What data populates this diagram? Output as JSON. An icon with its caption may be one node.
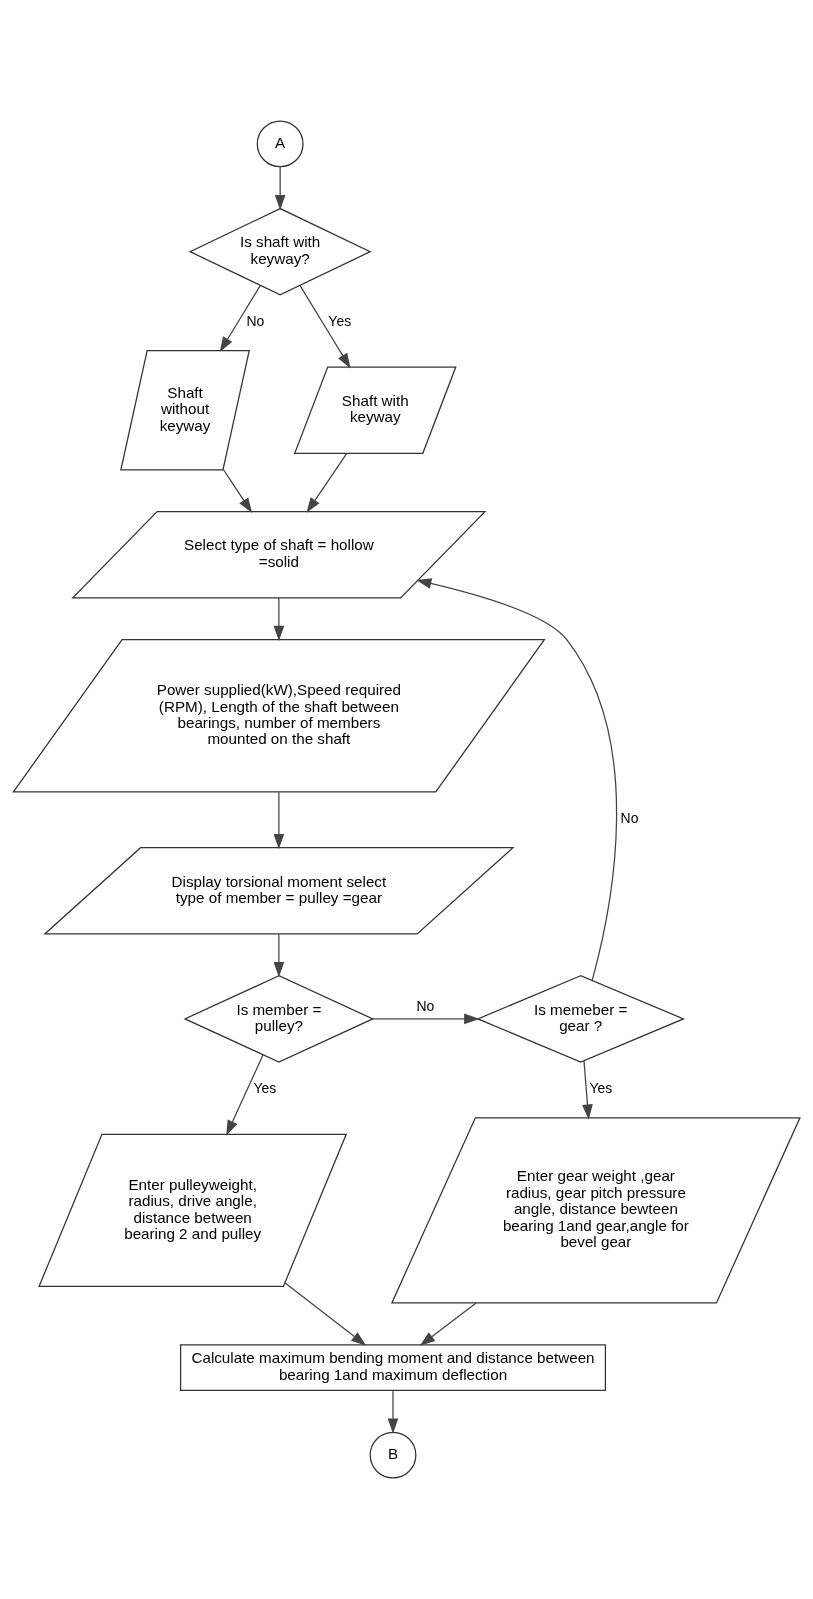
{
  "diagram": {
    "nodes": [
      {
        "text": [
          "A"
        ]
      },
      {
        "text": [
          "Is shaft with keyway?"
        ]
      },
      {
        "text": [
          "Shaft without keyway"
        ]
      },
      {
        "text": [
          "Shaft with keyway"
        ]
      },
      {
        "text": [
          "Select type of shaft = hollow =solid"
        ]
      },
      {
        "text": [
          "Power supplied(kW),Speed required (RPM), Length of the shaft between bearings, number of members mounted on the shaft"
        ]
      },
      {
        "text": [
          "Display torsional moment select type of member = pulley =gear"
        ]
      },
      {
        "text": [
          "Is member = pulley?"
        ]
      },
      {
        "text": [
          "Is memeber = gear ?"
        ]
      },
      {
        "text": [
          "Enter pulleyweight, radius, drive angle, distance between bearing 2 and pulley"
        ]
      },
      {
        "text": [
          "Enter gear weight ,gear radius, gear pitch pressure angle, distance bewteen bearing 1and gear,angle for bevel gear"
        ]
      },
      {
        "text": [
          "Calculate maximum bending moment and distance between bearing 1and maximum deflection"
        ]
      },
      {
        "text": [
          "B"
        ]
      }
    ],
    "edges": [
      {
        "from": 0,
        "to": 1,
        "arrow": "to"
      },
      {
        "from": 1,
        "to": 2,
        "arrow": "to",
        "label": "No"
      },
      {
        "from": 1,
        "to": 3,
        "arrow": "to",
        "label": "Yes"
      },
      {
        "from": 2,
        "to": 4,
        "arrow": "to"
      },
      {
        "from": 3,
        "to": 4,
        "arrow": "to"
      },
      {
        "from": 4,
        "to": 5,
        "arrow": "to"
      },
      {
        "from": 5,
        "to": 6,
        "arrow": "to"
      },
      {
        "from": 6,
        "to": 7,
        "arrow": "to"
      },
      {
        "from": 7,
        "to": 8,
        "arrow": "to",
        "label": "No"
      },
      {
        "from": 8,
        "to": 4,
        "arrow": "to",
        "label": "No"
      },
      {
        "from": 7,
        "to": 9,
        "arrow": "to",
        "label": "Yes"
      },
      {
        "from": 8,
        "to": 10,
        "arrow": "to",
        "label": "Yes"
      },
      {
        "from": 9,
        "to": 11,
        "arrow": "to"
      },
      {
        "from": 10,
        "to": 11,
        "arrow": "to"
      },
      {
        "from": 11,
        "to": 12,
        "arrow": "to"
      }
    ]
  }
}
